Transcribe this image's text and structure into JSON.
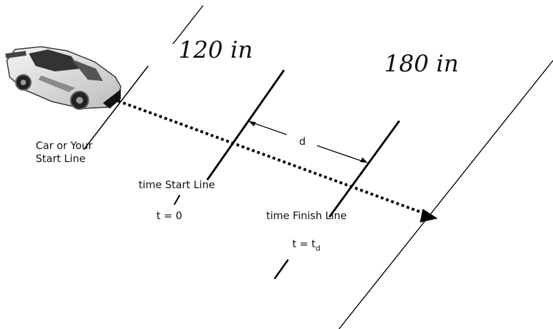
{
  "dim_120": "120 in",
  "dim_180": "180 in",
  "distance_label": "d",
  "car_start_label_line1": "Car or Your",
  "car_start_label_line2": "Start Line",
  "time_start_label": "time Start Line",
  "t_zero_label": "t = 0",
  "time_finish_label": "time Finish Line",
  "t_d_label_main": "t = t",
  "t_d_label_sub": "d"
}
